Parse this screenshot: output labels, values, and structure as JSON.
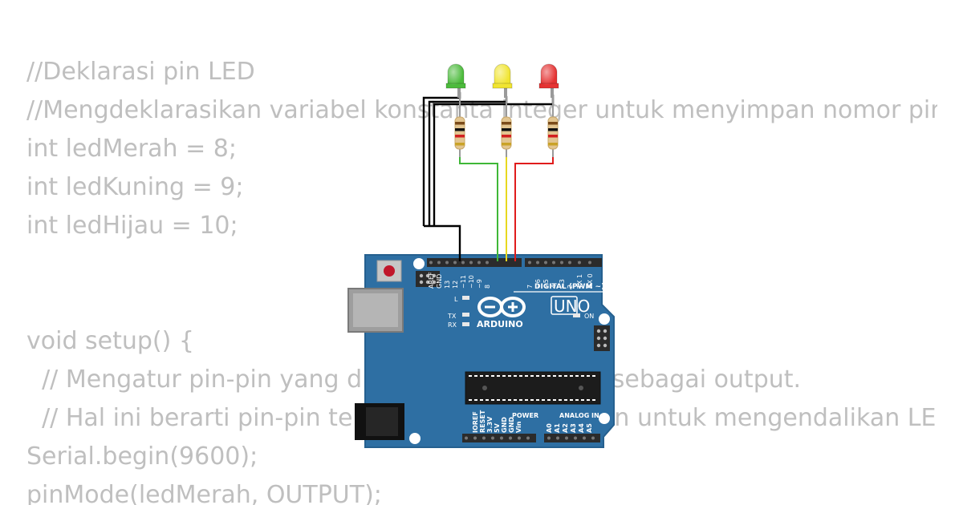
{
  "code_lines": [
    "//Deklarasi pin LED",
    "//Mengdeklarasikan variabel konstanta integer untuk menyimpan nomor pin",
    "int ledMerah = 8;",
    "int ledKuning = 9;",
    "int ledHijau = 10;",
    "",
    "",
    "void setup() {",
    "  // Mengatur pin-pin yang digunakan untuk LED sebagai output.",
    "  // Hal ini berarti pin-pin tersebut akan digunakan untuk mengendalikan LED",
    "Serial.begin(9600);",
    "pinMode(ledMerah, OUTPUT);"
  ],
  "board": {
    "model": "UNO",
    "brand": "ARDUINO",
    "digital_label": "DIGITAL (PWM ~)",
    "power_label": "POWER",
    "analog_label": "ANALOG IN",
    "on_label": "ON",
    "l_label": "L",
    "tx_label": "TX",
    "rx_label": "RX",
    "digital_pins": [
      "AREF",
      "GND",
      "13",
      "12",
      "~11",
      "~10",
      "~9",
      "8",
      "7",
      "~6",
      "~5",
      "4",
      "~3",
      "2",
      "TX 1",
      "RX 0"
    ],
    "power_pins": [
      "IOREF",
      "RESET",
      "3.3V",
      "5V",
      "GND",
      "GND",
      "Vin"
    ],
    "analog_pins": [
      "A0",
      "A1",
      "A2",
      "A3",
      "A4",
      "A5"
    ]
  },
  "leds": [
    {
      "name": "green",
      "color": "#4cbb3c",
      "wire_color": "#3fb737"
    },
    {
      "name": "yellow",
      "color": "#f1e531",
      "wire_color": "#e8d81f"
    },
    {
      "name": "red",
      "color": "#e53232",
      "wire_color": "#e01c1c"
    }
  ],
  "colors": {
    "board": "#2e6fa3",
    "board_edge": "#25608f",
    "header": "#2b2b2b",
    "gnd_wire": "#000000",
    "code_text": "#bfbfbf"
  }
}
